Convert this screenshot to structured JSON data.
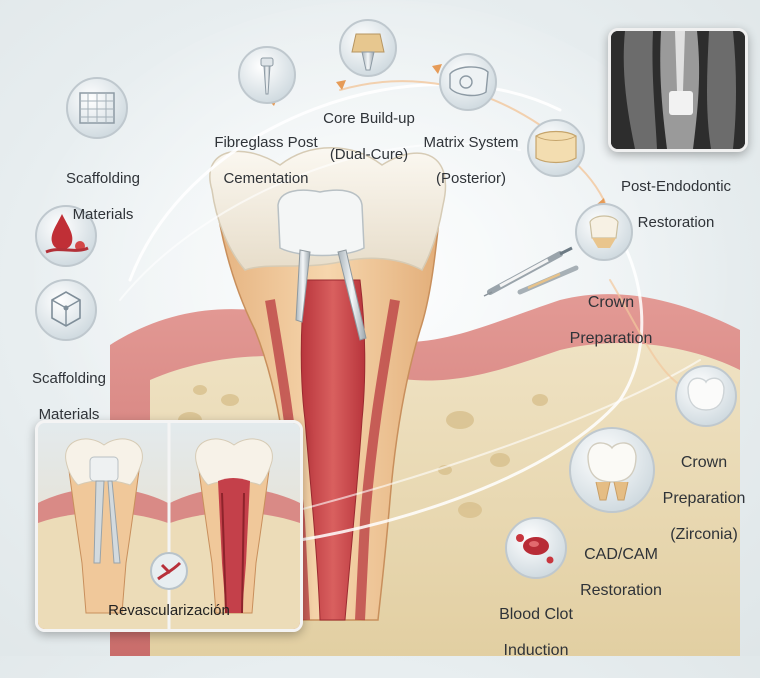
{
  "labels": {
    "scaffolding_top": [
      "Scaffolding",
      "Materials"
    ],
    "scaffolding_mid": [
      "Scaffolding",
      "Materials"
    ],
    "fibreglass_post": [
      "Fibreglass Post",
      "Cementation"
    ],
    "core_buildup": [
      "Core Build-up",
      "(Dual-Cure)"
    ],
    "matrix_system": [
      "Matrix System",
      "(Posterior)"
    ],
    "post_endodontic": [
      "Post-Endodontic",
      "Restoration"
    ],
    "crown_preparation": [
      "Crown",
      "Preparation"
    ],
    "crown_preparation_zirconia": [
      "Crown",
      "Preparation",
      "(Zirconia)"
    ],
    "cadcam": [
      "CAD/CAM",
      "Restoration"
    ],
    "blood_clot": [
      "Blood Clot",
      "Induction"
    ],
    "revascularization": "Revascularización"
  },
  "icons": [
    "scaffold-mesh-icon",
    "blood-drop-icon",
    "scaffold-lattice-icon",
    "fibreglass-post-icon",
    "core-buildup-icon",
    "matrix-band-icon",
    "composite-block-icon",
    "crown-prep-icon",
    "syringe-icon",
    "zirconia-crown-icon",
    "cadcam-tooth-icon",
    "blood-clot-icon",
    "vessel-icon"
  ],
  "colors": {
    "enamel": "#f3efe6",
    "dentin": "#f0c89a",
    "pulp": "#c9454a",
    "gum": "#d98a86",
    "bone": "#e9d9b4",
    "accent_flow": "#ffffff"
  }
}
